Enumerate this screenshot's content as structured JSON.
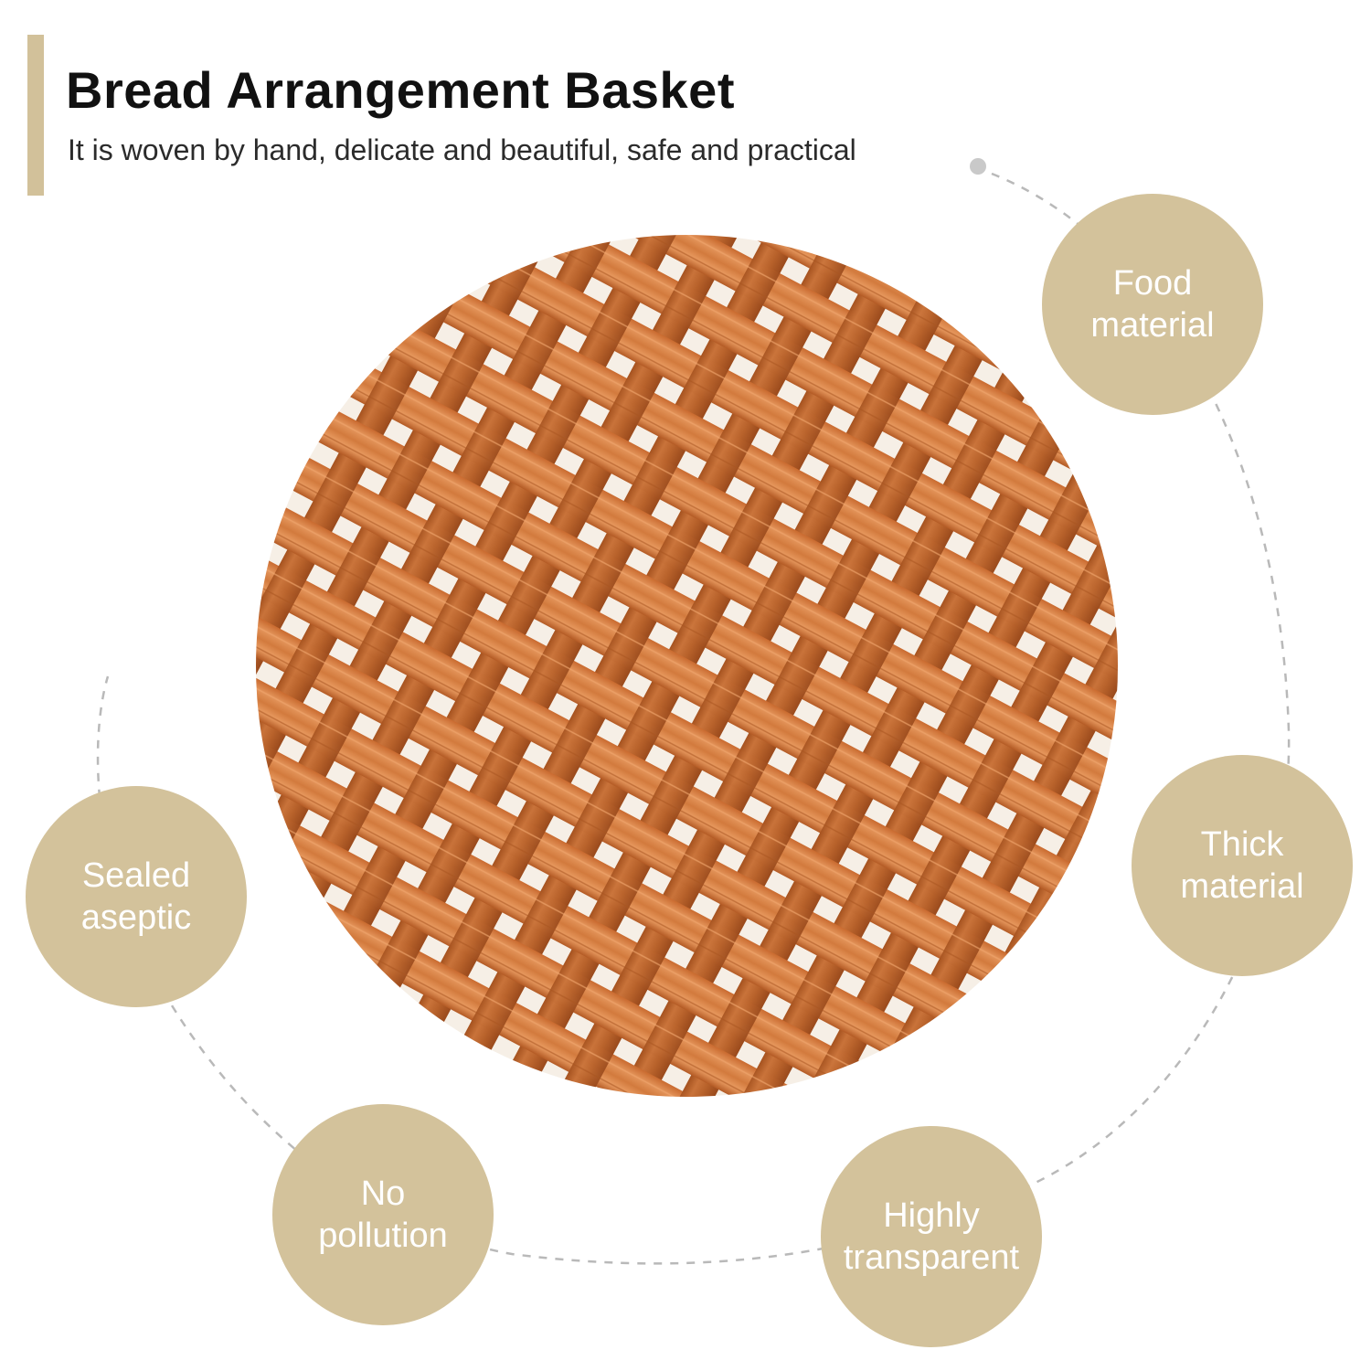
{
  "header": {
    "title": "Bread Arrangement Basket",
    "subtitle": "It is woven by hand, delicate and beautiful, safe and practical"
  },
  "colors": {
    "accent": "#d2c19a",
    "badge": "#d3c29b",
    "badge_text": "#ffffff",
    "weave_dark": "#b5612a",
    "weave_light": "#d98a4f"
  },
  "features": [
    {
      "line1": "Food",
      "line2": "material"
    },
    {
      "line1": "Thick",
      "line2": "material"
    },
    {
      "line1": "Highly",
      "line2": "transparent"
    },
    {
      "line1": "No",
      "line2": "pollution"
    },
    {
      "line1": "Sealed",
      "line2": "aseptic"
    }
  ]
}
